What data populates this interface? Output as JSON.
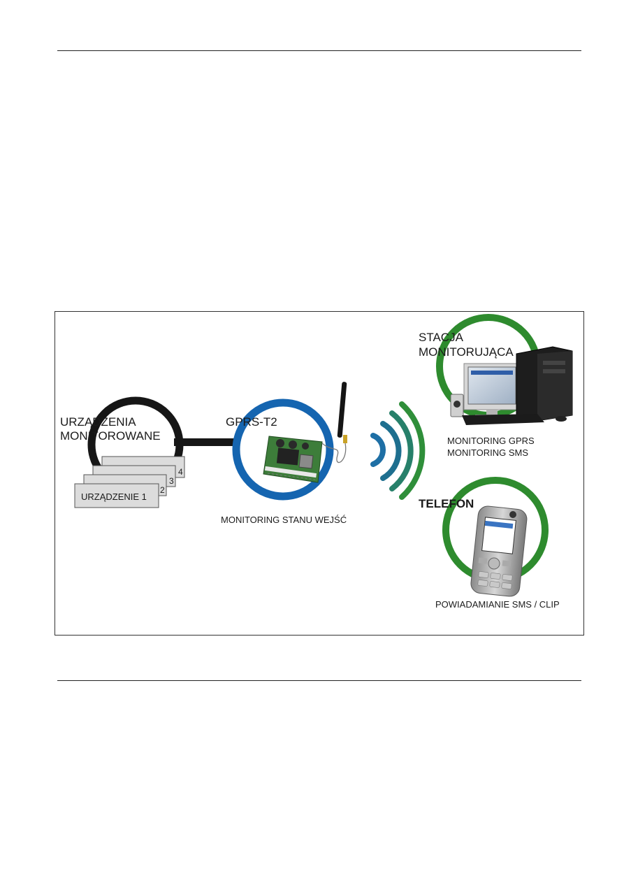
{
  "diagram": {
    "monitored_devices": {
      "title_line1": "URZĄDZENIA",
      "title_line2": "MONITOROWANE",
      "device_label": "URZĄDZENIE 1",
      "card_numbers": [
        "2",
        "3",
        "4"
      ]
    },
    "module": {
      "name": "GPRS-T2",
      "caption": "MONITORING STANU WEJŚĆ"
    },
    "station": {
      "title_line1": "STACJA",
      "title_line2": "MONITORUJĄCA",
      "caption_line1": "MONITORING GPRS",
      "caption_line2": "MONITORING SMS"
    },
    "phone": {
      "title": "TELEFON",
      "caption": "POWIADAMIANIE SMS / CLIP"
    },
    "colors": {
      "black_ring": "#161616",
      "blue_ring": "#1565b0",
      "green_ring": "#2e8b2e",
      "wave_blue": "#1e6fa5",
      "wave_green": "#2f8f3a"
    }
  }
}
